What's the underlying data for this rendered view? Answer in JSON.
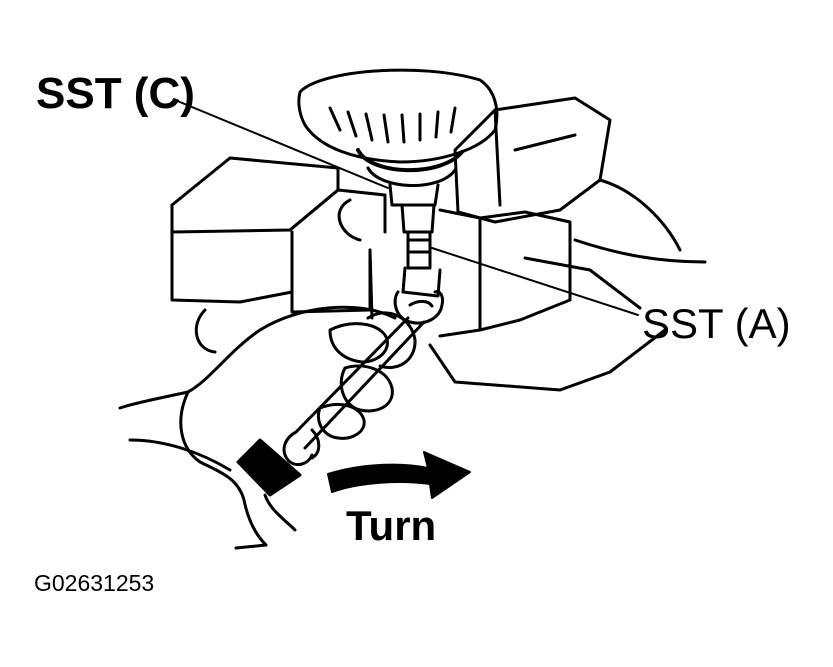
{
  "labels": {
    "sst_c": "SST (C)",
    "sst_a": "SST (A)",
    "turn": "Turn"
  },
  "figure_code": "G02631253",
  "colors": {
    "ink": "#000000",
    "paper": "#ffffff"
  }
}
